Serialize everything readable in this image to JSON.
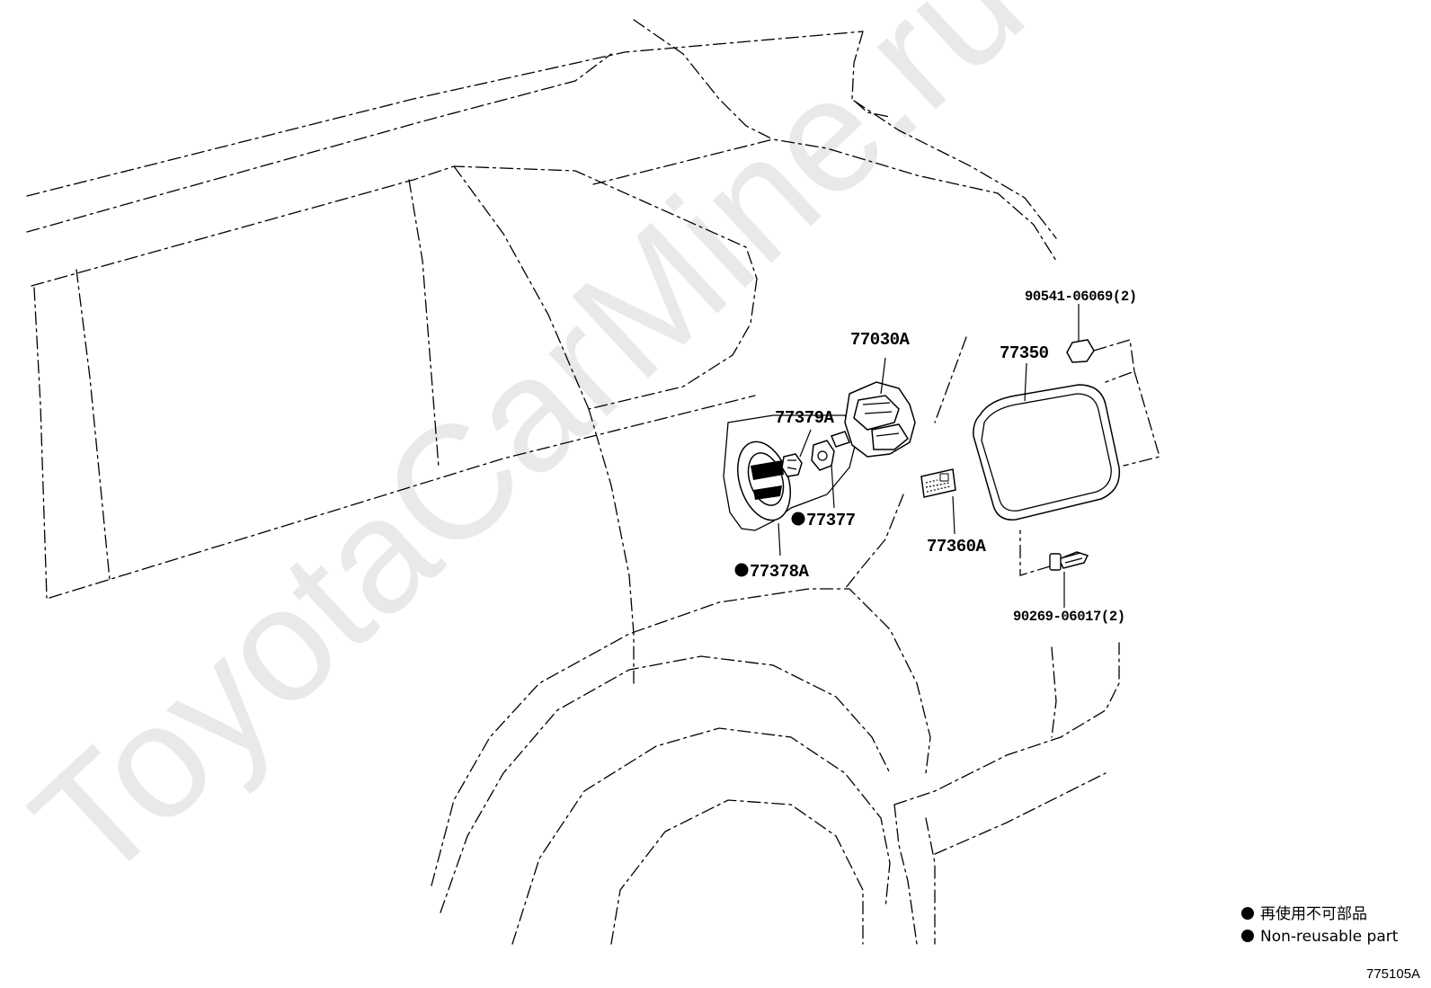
{
  "watermark": "ToyotaCarMine.ru",
  "parts": {
    "p77030a": "77030A",
    "p77379a": "77379A",
    "p77377": "77377",
    "p77378a": "77378A",
    "p77350": "77350",
    "p77360a": "77360A",
    "p90541": "90541-06069(2)",
    "p90269": "90269-06017(2)"
  },
  "legend": {
    "bullet_icon": "filled-circle-icon",
    "line_jp": "再使用不可部品",
    "line_en": "Non-reusable part"
  },
  "figure_id": "775105A"
}
